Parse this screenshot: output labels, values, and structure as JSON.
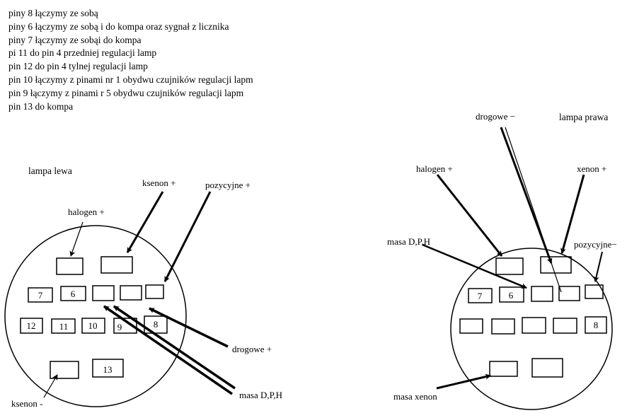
{
  "notes": [
    "piny 8 łączymy ze sobą",
    "piny 6 łączymy ze sobą i do kompa oraz sygnał z licznika",
    "piny 7 łączymy ze sobąi do kompa",
    "pi 11 do pin 4 przedniej regulacji lamp",
    "pin 12 do pin 4 tylnej regulacji lamp",
    " pin 10 łączymy z pinami nr 1 obydwu czujników regulacji lapm",
    "pin 9 łączymy z pinami r 5 obydwu czujników regulacji lapm",
    "pin 13 do kompa"
  ],
  "left": {
    "title": "lampa lewa",
    "labels": {
      "ksenon_plus": "ksenon +",
      "pozycyjne_plus": "pozycyjne +",
      "halogen_plus": "halogen +",
      "drogowe_plus": "drogowe +",
      "masa": "masa D,P,H",
      "ksenon_minus": "ksenon -"
    },
    "pins": {
      "p7": "7",
      "p6": "6",
      "p12": "12",
      "p11": "11",
      "p10": "10",
      "p9": "9",
      "p8": "8",
      "p13": "13"
    }
  },
  "right": {
    "title": "lampa prawa",
    "labels": {
      "drogowe_minus": "drogowe −",
      "halogen_plus": "halogen +",
      "xenon_plus": "xenon +",
      "masa": "masa D,P,H",
      "pozycyjne_minus": "pozycyjne−",
      "masa_xenon": "masa xenon"
    },
    "pins": {
      "p7": "7",
      "p6": "6",
      "p8": "8"
    }
  }
}
